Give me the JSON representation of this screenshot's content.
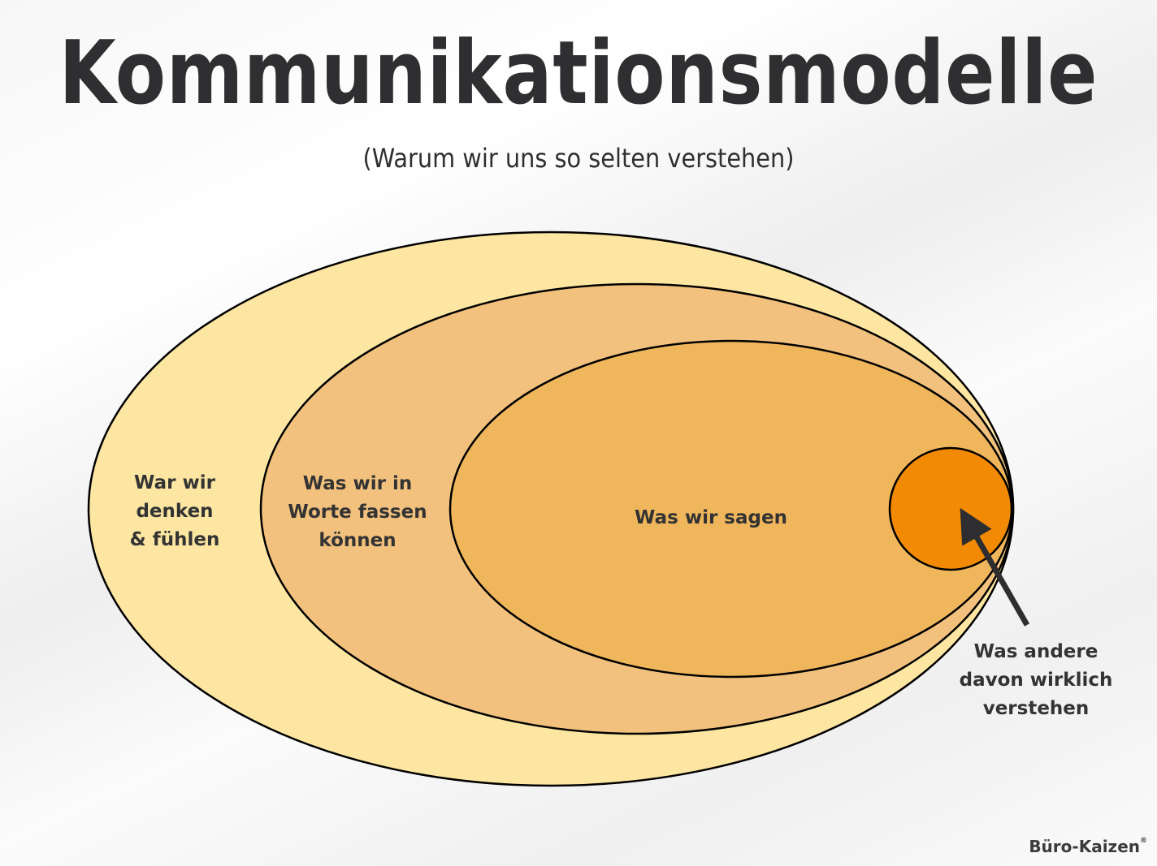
{
  "header": {
    "title": "Kommunikationsmodelle",
    "subtitle": "(Warum wir uns so selten verstehen)"
  },
  "diagram": {
    "type": "nested-ellipses",
    "layers": [
      {
        "label": "War wir denken & fühlen",
        "lines": [
          "War wir",
          "denken",
          "& fühlen"
        ],
        "color": "#fde6a2"
      },
      {
        "label": "Was wir in Worte fassen können",
        "lines": [
          "Was wir in",
          "Worte fassen",
          "können"
        ],
        "color": "#f2c17d"
      },
      {
        "label": "Was wir sagen",
        "lines": [
          "Was wir sagen"
        ],
        "color": "#f0b65c"
      },
      {
        "label": "Was andere davon wirklich verstehen",
        "lines": [
          "Was andere",
          "davon wirklich",
          "verstehen"
        ],
        "color": "#f28a05"
      }
    ],
    "outline_color": "#000000",
    "arrow_color": "#2e2e30"
  },
  "footer": {
    "brand": "Büro-Kaizen",
    "brand_mark": "®"
  }
}
